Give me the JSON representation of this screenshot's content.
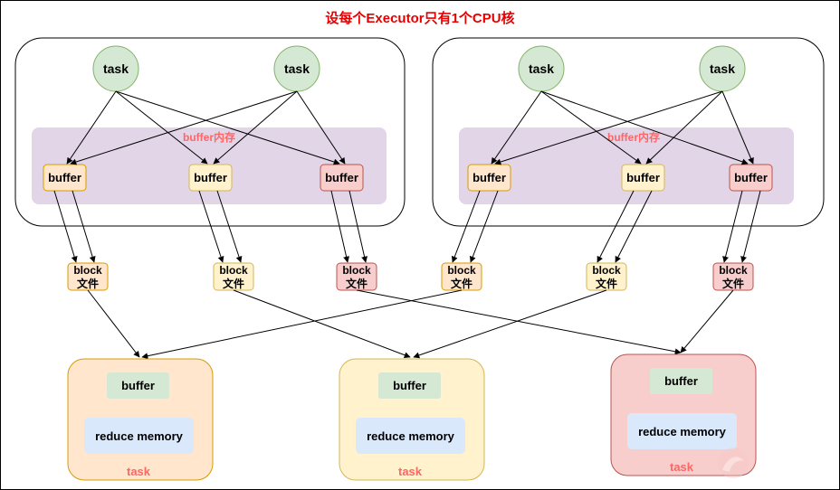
{
  "title": "设每个Executor只有1个CPU核",
  "colors": {
    "title": "#e60000",
    "task_circle_fill": "#d5e8d4",
    "task_circle_stroke": "#82b366",
    "buffer_region_fill": "#e1d5e7",
    "buffer_region_label": "#ff6666",
    "orange_fill": "#ffe6cc",
    "orange_stroke": "#d79b00",
    "yellow_fill": "#fff2cc",
    "yellow_stroke": "#d6b656",
    "red_fill": "#f8cecc",
    "red_stroke": "#b85450",
    "inner_buffer_fill": "#d5e8d4",
    "reduce_memory_fill": "#dae8fc",
    "reduce_task_label": "#ff6666"
  },
  "executors": [
    {
      "tasks": [
        "task",
        "task"
      ],
      "buffer_region_label": "buffer内存",
      "buffers": [
        {
          "label": "buffer",
          "color": "orange"
        },
        {
          "label": "buffer",
          "color": "yellow"
        },
        {
          "label": "buffer",
          "color": "red"
        }
      ]
    },
    {
      "tasks": [
        "task",
        "task"
      ],
      "buffer_region_label": "buffer内存",
      "buffers": [
        {
          "label": "buffer",
          "color": "orange"
        },
        {
          "label": "buffer",
          "color": "yellow"
        },
        {
          "label": "buffer",
          "color": "red"
        }
      ]
    }
  ],
  "block_files": [
    {
      "line1": "block",
      "line2": "文件",
      "color": "orange"
    },
    {
      "line1": "block",
      "line2": "文件",
      "color": "yellow"
    },
    {
      "line1": "block",
      "line2": "文件",
      "color": "red"
    },
    {
      "line1": "block",
      "line2": "文件",
      "color": "orange"
    },
    {
      "line1": "block",
      "line2": "文件",
      "color": "yellow"
    },
    {
      "line1": "block",
      "line2": "文件",
      "color": "red"
    }
  ],
  "reduce_tasks": [
    {
      "buffer_label": "buffer",
      "memory_label": "reduce memory",
      "task_label": "task",
      "color": "orange"
    },
    {
      "buffer_label": "buffer",
      "memory_label": "reduce memory",
      "task_label": "task",
      "color": "yellow"
    },
    {
      "buffer_label": "buffer",
      "memory_label": "reduce memory",
      "task_label": "task",
      "color": "red"
    }
  ]
}
